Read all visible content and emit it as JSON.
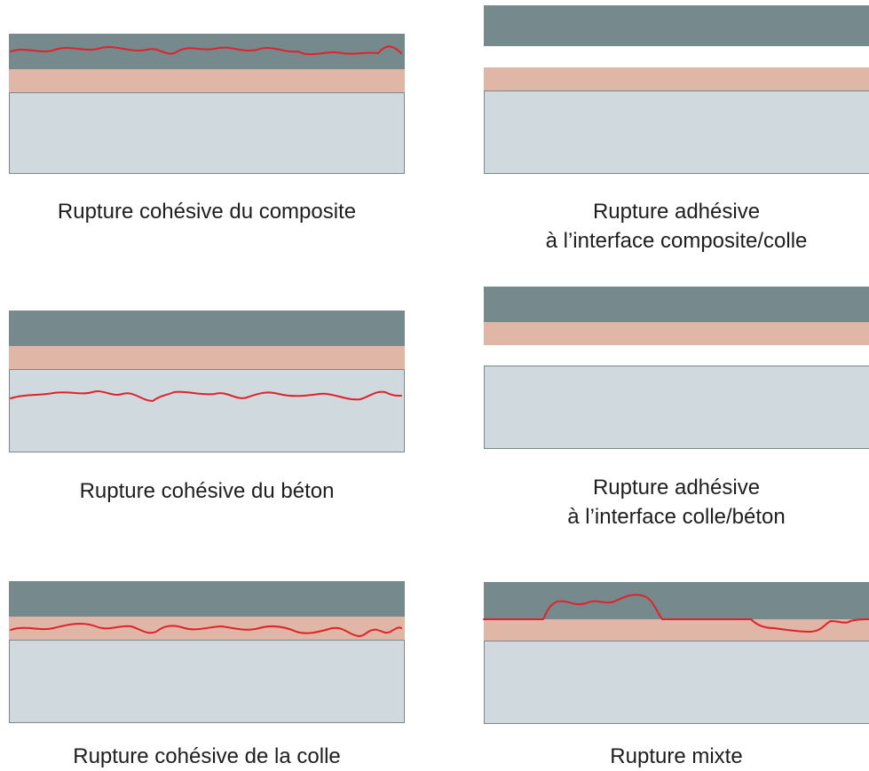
{
  "figure": {
    "panels": [
      {
        "id": "cohesive-composite",
        "caption": [
          "Rupture cohésive du composite"
        ]
      },
      {
        "id": "adhesive-composite-colle",
        "caption": [
          "Rupture adhésive",
          "à l’interface composite/colle"
        ]
      },
      {
        "id": "cohesive-beton",
        "caption": [
          "Rupture cohésive du béton"
        ]
      },
      {
        "id": "adhesive-colle-beton",
        "caption": [
          "Rupture adhésive",
          "à l’interface colle/béton"
        ]
      },
      {
        "id": "cohesive-colle",
        "caption": [
          "Rupture cohésive de la colle"
        ]
      },
      {
        "id": "mixte",
        "caption": [
          "Rupture mixte"
        ]
      }
    ],
    "layers": [
      "composite",
      "colle",
      "béton"
    ],
    "colors": {
      "composite": "#76898d",
      "colle": "#e0b6a6",
      "beton": "#d0d9dd",
      "crack": "#e0232a"
    }
  }
}
